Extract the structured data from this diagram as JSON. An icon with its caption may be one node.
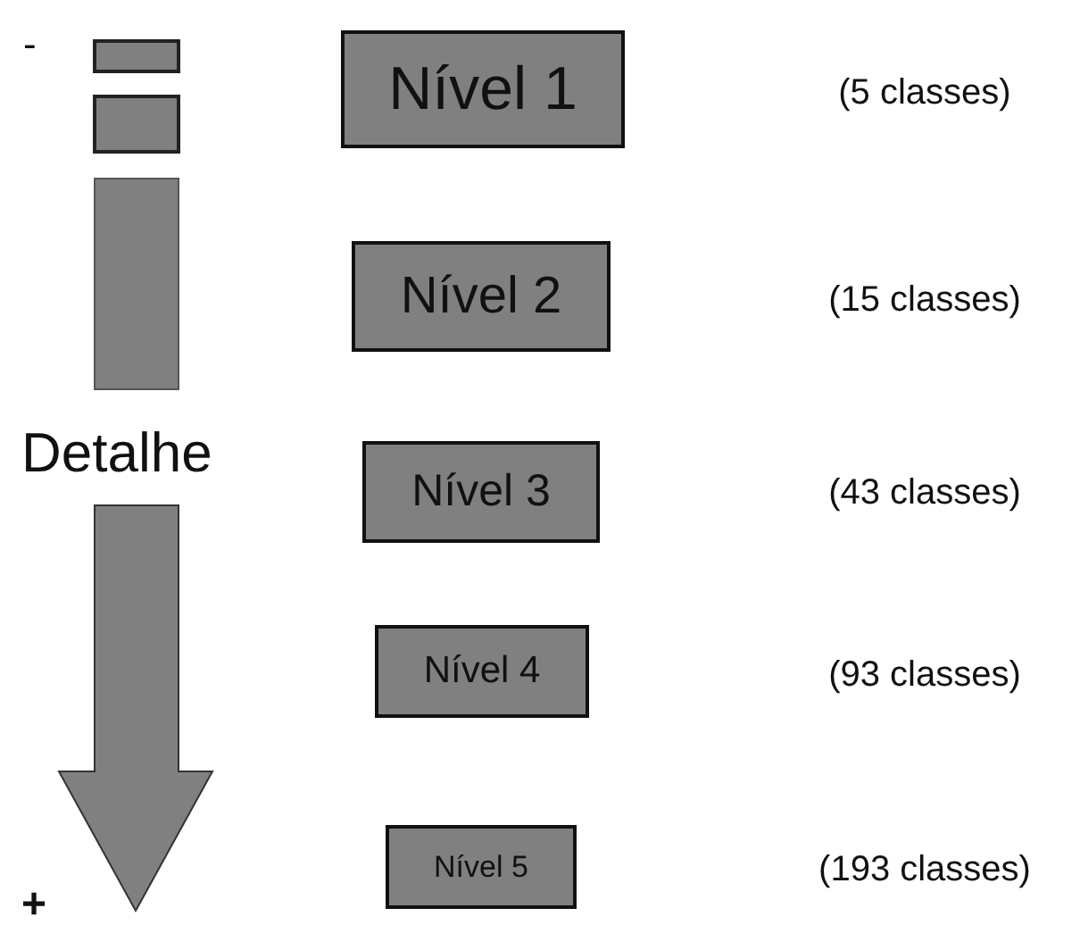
{
  "diagram": {
    "nodes": [
      {
        "text": [
          "Nível 1"
        ]
      },
      {
        "text": [
          "Nível 2"
        ]
      },
      {
        "text": [
          "Nível 3"
        ]
      },
      {
        "text": [
          "Nível 4"
        ]
      },
      {
        "text": [
          "Nível 5"
        ]
      }
    ],
    "labels": [
      "-",
      "(5 classes)",
      "(15 classes)",
      "Detalhe",
      "(43 classes)",
      "(93 classes)",
      "(193 classes)",
      "+"
    ]
  }
}
